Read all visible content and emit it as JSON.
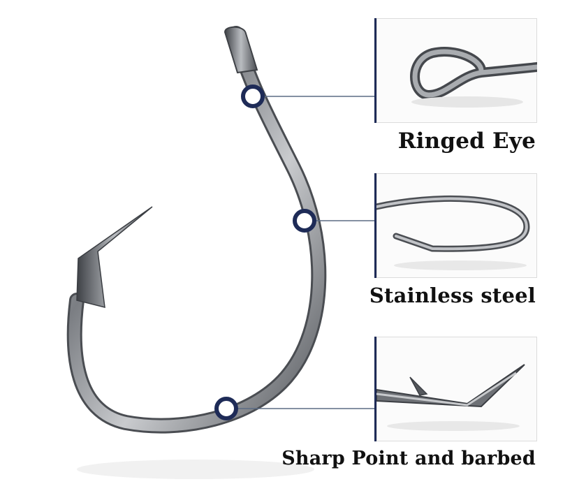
{
  "features": [
    {
      "label": "Ringed Eye",
      "image": "ringed-eye-closeup"
    },
    {
      "label": "Stainless steel",
      "image": "hook-bend-closeup"
    },
    {
      "label": "Sharp Point and barbed",
      "image": "barbed-point-closeup"
    }
  ],
  "colors": {
    "accent": "#1e2b57",
    "steel": "#8a8d92",
    "text": "#111111"
  }
}
